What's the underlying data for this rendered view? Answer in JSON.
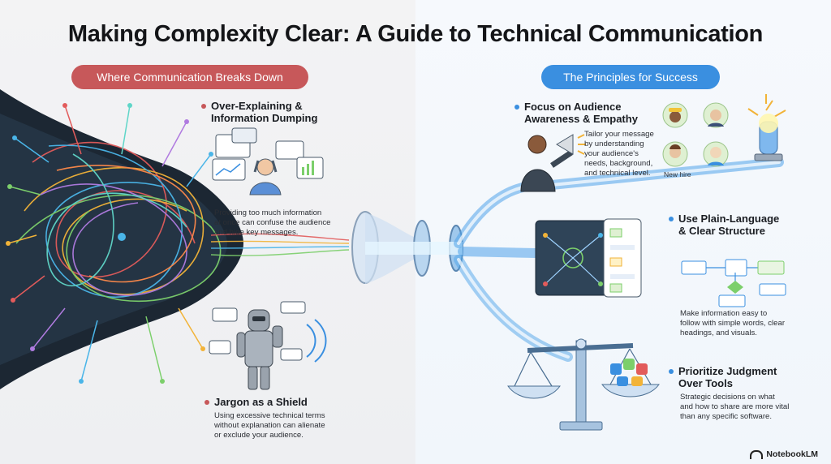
{
  "title": "Making Complexity Clear: A Guide to Technical Communication",
  "left_section": {
    "header": "Where Communication Breaks Down",
    "items": [
      {
        "heading_line1": "Over-Explaining &",
        "heading_line2": "Information Dumping",
        "body_lines": [
          "Providing too much information",
          "at once can confuse the audience",
          "and hide key messages."
        ]
      },
      {
        "heading_line1": "Jargon as a Shield",
        "heading_line2": "",
        "body_lines": [
          "Using excessive technical terms",
          "without explanation can alienate",
          "or exclude your audience."
        ]
      }
    ]
  },
  "right_section": {
    "header": "The Principles for Success",
    "items": [
      {
        "heading_line1": "Focus on Audience",
        "heading_line2": "Awareness & Empathy",
        "body_lines": [
          "Tailor your message",
          "by understanding",
          "your audience's",
          "needs, background,",
          "and technical level."
        ],
        "caption": "New hire"
      },
      {
        "heading_line1": "Use Plain-Language",
        "heading_line2": "& Clear Structure",
        "body_lines": [
          "Make information easy to",
          "follow with simple words, clear",
          "headings, and visuals."
        ]
      },
      {
        "heading_line1": "Prioritize Judgment",
        "heading_line2": "Over Tools",
        "body_lines": [
          "Strategic decisions on what",
          "and how to share are more vital",
          "than any specific software."
        ]
      }
    ]
  },
  "brand": "NotebookLM",
  "colors": {
    "left_accent": "#c7585a",
    "right_accent": "#3a8fe0"
  },
  "icons": [
    "tangled-wires-illustration",
    "stressed-person-icon",
    "robot-knight-icon",
    "funnel-icon",
    "presenter-megaphone-icon",
    "audience-avatars-icon",
    "beacon-light-icon",
    "flowchart-board-icon",
    "balance-scale-icon",
    "notebooklm-logo-icon"
  ]
}
